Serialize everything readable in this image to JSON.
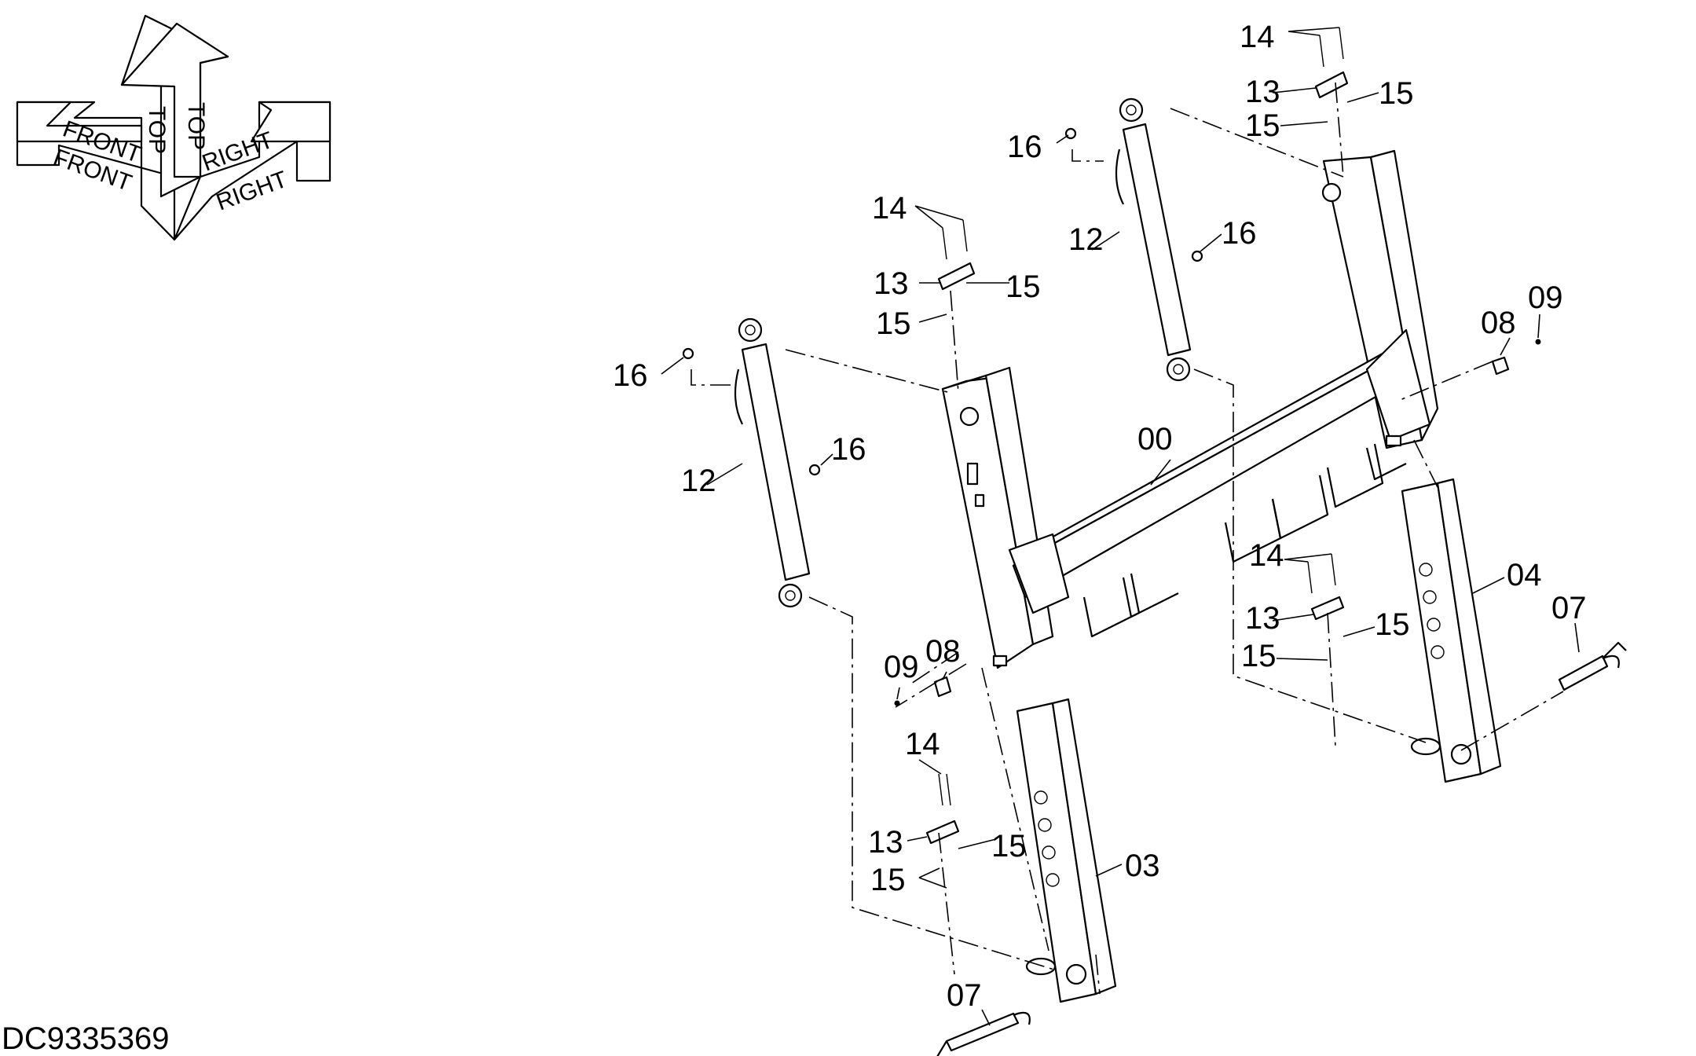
{
  "drawing": {
    "reference_number": "DC9335369",
    "orientation": {
      "front_label": "FRONT",
      "top_label": "TOP",
      "right_label": "RIGHT"
    },
    "callouts": [
      {
        "id": "c00",
        "label": "00"
      },
      {
        "id": "c03",
        "label": "03"
      },
      {
        "id": "c04",
        "label": "04"
      },
      {
        "id": "c07a",
        "label": "07"
      },
      {
        "id": "c07b",
        "label": "07"
      },
      {
        "id": "c08a",
        "label": "08"
      },
      {
        "id": "c08b",
        "label": "08"
      },
      {
        "id": "c09a",
        "label": "09"
      },
      {
        "id": "c09b",
        "label": "09"
      },
      {
        "id": "c12a",
        "label": "12"
      },
      {
        "id": "c12b",
        "label": "12"
      },
      {
        "id": "c13a",
        "label": "13"
      },
      {
        "id": "c13b",
        "label": "13"
      },
      {
        "id": "c13c",
        "label": "13"
      },
      {
        "id": "c13d",
        "label": "13"
      },
      {
        "id": "c14a",
        "label": "14"
      },
      {
        "id": "c14b",
        "label": "14"
      },
      {
        "id": "c14c",
        "label": "14"
      },
      {
        "id": "c14d",
        "label": "14"
      },
      {
        "id": "c15a",
        "label": "15"
      },
      {
        "id": "c15b",
        "label": "15"
      },
      {
        "id": "c15c",
        "label": "15"
      },
      {
        "id": "c15d",
        "label": "15"
      },
      {
        "id": "c15e",
        "label": "15"
      },
      {
        "id": "c15f",
        "label": "15"
      },
      {
        "id": "c15g",
        "label": "15"
      },
      {
        "id": "c15h",
        "label": "15"
      },
      {
        "id": "c16a",
        "label": "16"
      },
      {
        "id": "c16b",
        "label": "16"
      },
      {
        "id": "c16c",
        "label": "16"
      },
      {
        "id": "c16d",
        "label": "16"
      }
    ]
  }
}
